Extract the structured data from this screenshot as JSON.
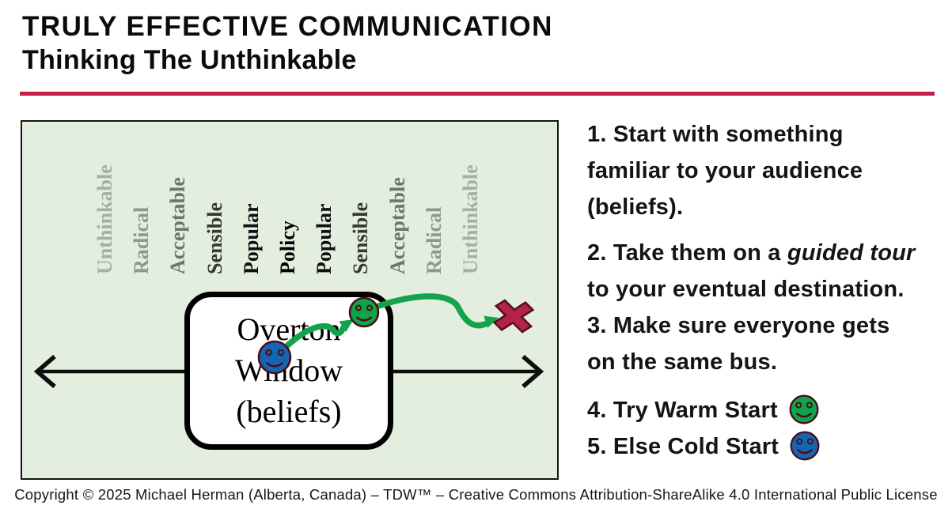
{
  "header": {
    "title": "TRULY EFFECTIVE COMMUNICATION",
    "subtitle": "Thinking The Unthinkable"
  },
  "diagram": {
    "spectrum_labels": [
      {
        "text": "Unthinkable",
        "color": "#a6afa3"
      },
      {
        "text": "Radical",
        "color": "#8e988c"
      },
      {
        "text": "Acceptable",
        "color": "#6d766b"
      },
      {
        "text": "Sensible",
        "color": "#333a33"
      },
      {
        "text": "Popular",
        "color": "#101010"
      },
      {
        "text": "Policy",
        "color": "#000000"
      },
      {
        "text": "Popular",
        "color": "#101010"
      },
      {
        "text": "Sensible",
        "color": "#333a33"
      },
      {
        "text": "Acceptable",
        "color": "#6d766b"
      },
      {
        "text": "Radical",
        "color": "#8e988c"
      },
      {
        "text": "Unthinkable",
        "color": "#a6afa3"
      }
    ],
    "window_label": "Overton\nWindow\n(beliefs)",
    "colors": {
      "panel_bg": "#e3eedf",
      "accent_red": "#c51f4a",
      "arrow_green": "#12a34b",
      "smiley_blue": "#1566b1",
      "smiley_green": "#0fa449",
      "smiley_outline": "#4d0c1c",
      "x_fill": "#b12444",
      "x_stroke": "#5a0e22",
      "line_black": "#0d0d0d"
    }
  },
  "steps": {
    "s1": {
      "text": "1. Start with something\nfamiliar to your audience\n(beliefs)."
    },
    "s2": {
      "pre": "2. Take them on a ",
      "italic": "guided tour",
      "post": "\nto your eventual destination."
    },
    "s3": {
      "text": "3. Make sure everyone gets\non the same bus."
    },
    "s4": {
      "text": "4. Try Warm Start"
    },
    "s5": {
      "text": "5. Else Cold Start"
    }
  },
  "footer": {
    "copyright": "Copyright © 2025 Michael Herman (Alberta, Canada) – TDW™ – Creative Commons Attribution-ShareAlike 4.0 International Public License"
  }
}
